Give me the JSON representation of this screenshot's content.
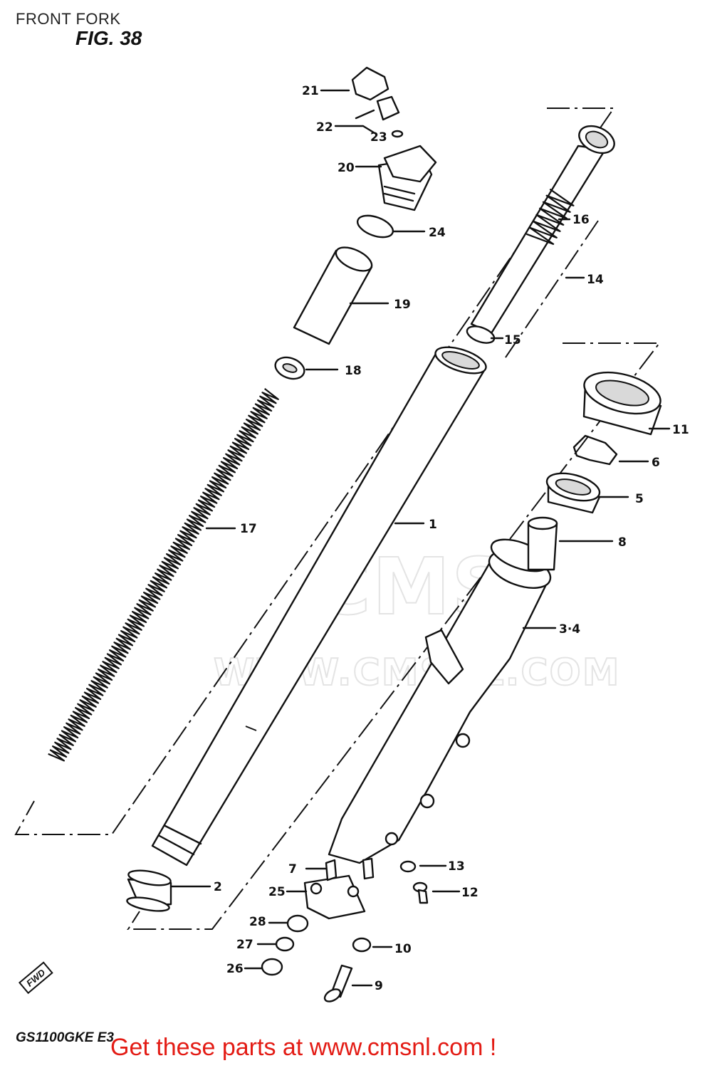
{
  "header": {
    "title": "FRONT FORK",
    "figure": "FIG. 38"
  },
  "footer": {
    "model": "GS1100GKE E3",
    "promo": "Get these parts at www.cmsnl.com !"
  },
  "direction_marker": "FWD",
  "watermark": {
    "main": "CMS",
    "url": "WWW.CMSNL.COM"
  },
  "callouts": [
    "1",
    "2",
    "3·4",
    "5",
    "6",
    "7",
    "8",
    "9",
    "10",
    "11",
    "12",
    "13",
    "14",
    "15",
    "16",
    "17",
    "18",
    "19",
    "20",
    "21",
    "22",
    "23",
    "24",
    "25",
    "26",
    "27",
    "28"
  ],
  "colors": {
    "promo": "#e31b14",
    "line": "#111111"
  }
}
